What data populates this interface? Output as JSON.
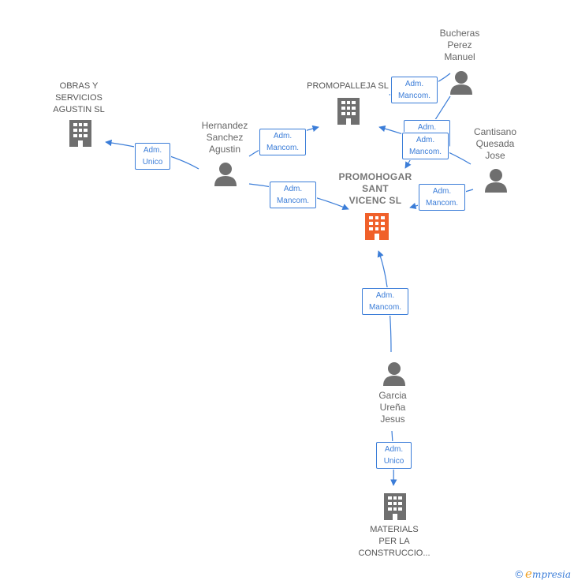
{
  "nodes": {
    "obras": {
      "label": "OBRAS Y\nSERVICIOS\nAGUSTIN SL"
    },
    "promopalleja": {
      "label": "PROMOPALLEJA SL"
    },
    "promohogar": {
      "label": "PROMOHOGAR\nSANT\nVICENC  SL"
    },
    "materials": {
      "label": "MATERIALS\nPER LA\nCONSTRUCCIO..."
    },
    "hernandez": {
      "label": "Hernandez\nSanchez\nAgustin"
    },
    "bucheras": {
      "label": "Bucheras\nPerez\nManuel"
    },
    "cantisano": {
      "label": "Cantisano\nQuesada\nJose"
    },
    "garcia": {
      "label": "Garcia\nUreña\nJesus"
    }
  },
  "edges": {
    "hernandez_obras": "Adm.\nUnico",
    "hernandez_promopalleja": "Adm.\nMancom.",
    "hernandez_promohogar": "Adm.\nMancom.",
    "bucheras_promopalleja": "Adm.\nMancom.",
    "cantisano_promopalleja": "Adm.\nMancom.",
    "bucheras_promohogar": "Adm.\nMancom.",
    "cantisano_promohogar": "Adm.\nMancom.",
    "garcia_promohogar": "Adm.\nMancom.",
    "garcia_materials": "Adm.\nUnico"
  },
  "colors": {
    "edge": "#3b7dd8",
    "building": "#6f6f6f",
    "building_main": "#f0602a",
    "person": "#6f6f6f"
  },
  "icons": {
    "building": "building-icon",
    "person": "person-icon"
  },
  "brand": {
    "copyright": "©",
    "first_letter": "e",
    "rest": "mpresia"
  }
}
